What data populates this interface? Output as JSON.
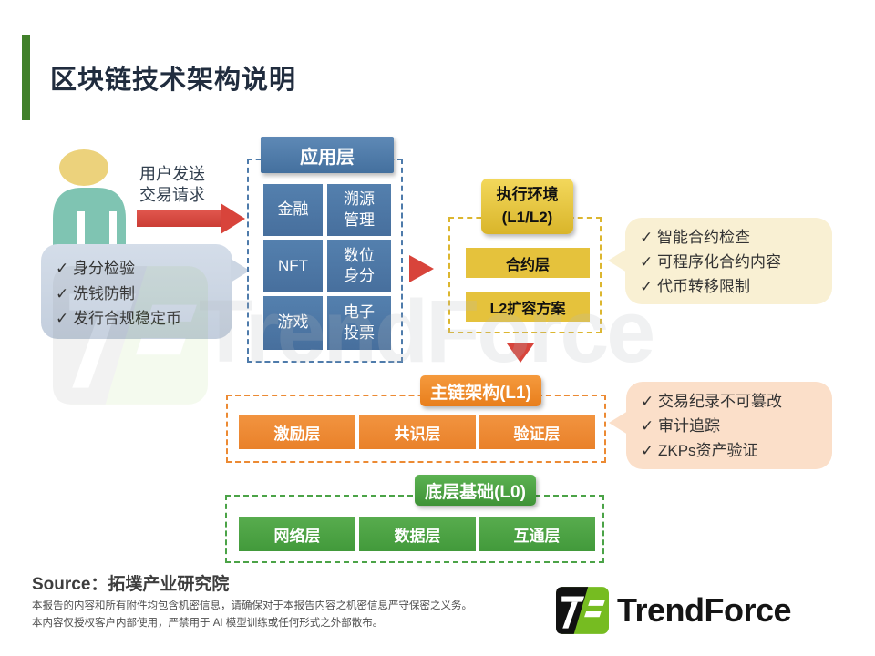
{
  "title": "区块链技术架构说明",
  "actor": {
    "label_line1": "用户发送",
    "label_line2": "交易请求"
  },
  "callouts": {
    "identity": {
      "items": [
        "✓ 身分检验",
        "✓ 洗钱防制",
        "✓ 发行合规稳定币"
      ]
    },
    "contract": {
      "items": [
        "✓ 智能合约检查",
        "✓ 可程序化合约内容",
        "✓ 代币转移限制"
      ]
    },
    "ledger": {
      "items": [
        "✓ 交易纪录不可篡改",
        "✓ 审计追踪",
        "✓ ZKPs资产验证"
      ]
    }
  },
  "layers": {
    "application": {
      "title": "应用层",
      "cells": [
        "金融",
        "溯源管理",
        "NFT",
        "数位身分",
        "游戏",
        "电子投票"
      ]
    },
    "execution": {
      "title_line1": "执行环境",
      "title_line2": "(L1/L2)",
      "cells": [
        "合约层",
        "L2扩容方案"
      ]
    },
    "mainchain": {
      "title": "主链架构(L1)",
      "cells": [
        "激励层",
        "共识层",
        "验证层"
      ]
    },
    "foundation": {
      "title": "底层基础(L0)",
      "cells": [
        "网络层",
        "数据层",
        "互通层"
      ]
    }
  },
  "source": {
    "text": "Source：拓墣产业研究院"
  },
  "footer": {
    "line1": "本报告的内容和所有附件均包含机密信息，请确保对于本报告内容之机密信息严守保密之义务。",
    "line2": "本内容仅授权客户内部使用，严禁用于 AI 模型训练或任何形式之外部散布。"
  },
  "logo": {
    "text": "TrendForce"
  },
  "watermark": {
    "text": "TrendForce"
  },
  "colors": {
    "accent_blue": "#4d79a8",
    "accent_yellow": "#e5c23c",
    "accent_orange": "#ee8a33",
    "accent_green": "#4ba347",
    "arrow_red": "#d8443b",
    "brand_green": "#76bc21",
    "title_text": "#202c3e"
  }
}
